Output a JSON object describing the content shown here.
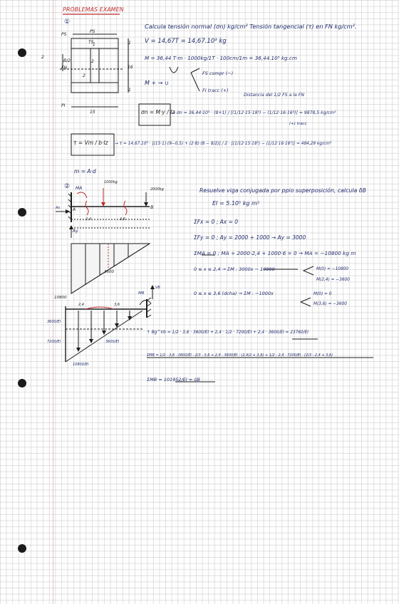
{
  "page": {
    "heading": "PROBLEMAS EXAMEN",
    "problem1_number": "①",
    "problem2_number": "②"
  },
  "colors": {
    "ink_blue": "#1f2a6a",
    "ink_black": "#1c1c1c",
    "ink_red": "#c02b2b",
    "grid": "#aaaaaa"
  },
  "section_drawing": {
    "ps_left": "PS",
    "ps_top": "PS",
    "fn": "FN",
    "pi_left": "PI",
    "b_half": "B/2",
    "dim_2_left": "2",
    "dim_2_mid": "2",
    "dim_2_web": "2",
    "dim_1_top": "1",
    "dim_1_bottom": "1",
    "dim_16": "16",
    "dim_15_bottom": "15",
    "dim_ts": "TS",
    "web_label_1": "1"
  },
  "problem1": {
    "statement": "Calcula tensión normal (σn) kg/cm²  Tensión tangencial (τ) en FN kg/cm².",
    "line_v": "V = 14,67T = 14,67.10³ kg",
    "line_m": "M = 36,44 T·m · 1000kg/1T · 100cm/1m = 36,44.10⁵ kg.cm",
    "sign_conv": "M + →  ∪",
    "fs_compr": "FS compr (−)",
    "fi_tracc": "FI tracc (+)",
    "annot": "Distancia del 1/2 FS a la FN",
    "formula_sigma": "σn = M·y / Iz",
    "calc_sigma": "→ σn = 36,44·10⁵ · (8+1) / [(1/12·15·18³) − (1/12·16·16³)] = 9878,5 kg/cm²",
    "unit_sign": "(+) tracc",
    "formula_tau": "τ = Vm / b·Iz",
    "calc_tau": "→ τ = 14,67.10³ · [(15·1)·(9−0,5) + (2·8)·(8 − 8/2)] / 2 · [(1/12·15·18³) − (1/12·16·16³)] = 484,29 kg/cm²",
    "m_def": "m = A·d"
  },
  "beam_figure": {
    "load_1": "1000kg",
    "load_2": "2000kg",
    "m_a": "MA",
    "point_a": "A",
    "point_b": "B",
    "a_x": "Ax",
    "a_y": "Ay",
    "dist_1": "2,4",
    "dist_2": "3,6",
    "moment_top": "3600",
    "moment_left": "10800"
  },
  "problem2": {
    "statement": "Resuelve viga conjugada por ppio superposición, calcula δB",
    "ei": "EI = 5.10⁵ kg m²",
    "eq_fx": "ΣFx = 0 ; Ax = 0",
    "eq_fy": "ΣFy = 0 ; Ay = 2000 + 1000 → Ay = 3000",
    "eq_ma": "ΣMA = 0 ; MA + 2000·2,4 + 1000·6 = 0 → MA = −10800 kg m",
    "eq_cut1": "0 ≤ x ≤ 2,4 → ΣM : 3000x − 10800",
    "res_cut1a": "M(0) = −10800",
    "res_cut1b": "M(2,4) = −3600",
    "eq_cut2": "0 ≤ x ≤ 3,6 (dcha) → ΣM : −1000x",
    "res_cut2a": "M(0) = 0",
    "res_cut2b": "M(3,6) = −3600"
  },
  "conjugate": {
    "dist_1": "2,4",
    "dist_2": "3,6",
    "mb": "MB",
    "vb": "VB",
    "lbl_3600_ei": "3600/EI",
    "lbl_7200_ei": "7200/EI",
    "lbl_10800_ei": "10800/EI",
    "lbl_3600_ei_2": "3600/EI",
    "vb_eq": "↑ Bg^Vb = 1/2 · 3,6 · 3600/EI + 2,4 · 1/2 · 7200/EI + 2,4 · 3600/EI = 23760/EI",
    "mb_eq": "ΣMB = 1/2 · 3,6 · 3600/EI · 2/3 · 3,6 + 2,4 · 3600/EI · (2,4/2 + 3,6) + 1/2 · 2,4 · 7200/EI · (2/3 · 2,4 + 3,6)",
    "mb_result": "ΣMB = 101952/EI = δB"
  }
}
